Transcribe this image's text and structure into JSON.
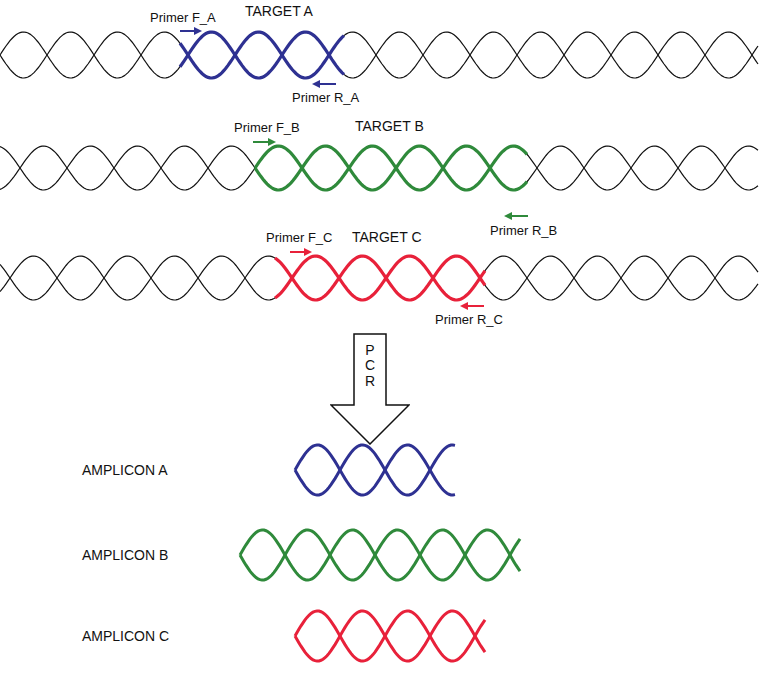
{
  "diagram": {
    "nodes": [
      {
        "text": [
          "PCR"
        ]
      }
    ],
    "labels": [
      "Primer F_A",
      "TARGET A",
      "Primer R_A",
      "Primer F_B",
      "TARGET B",
      "Primer R_B",
      "Primer F_C",
      "TARGET C",
      "Primer R_C",
      "AMPLICON A",
      "AMPLICON B",
      "AMPLICON C"
    ]
  }
}
